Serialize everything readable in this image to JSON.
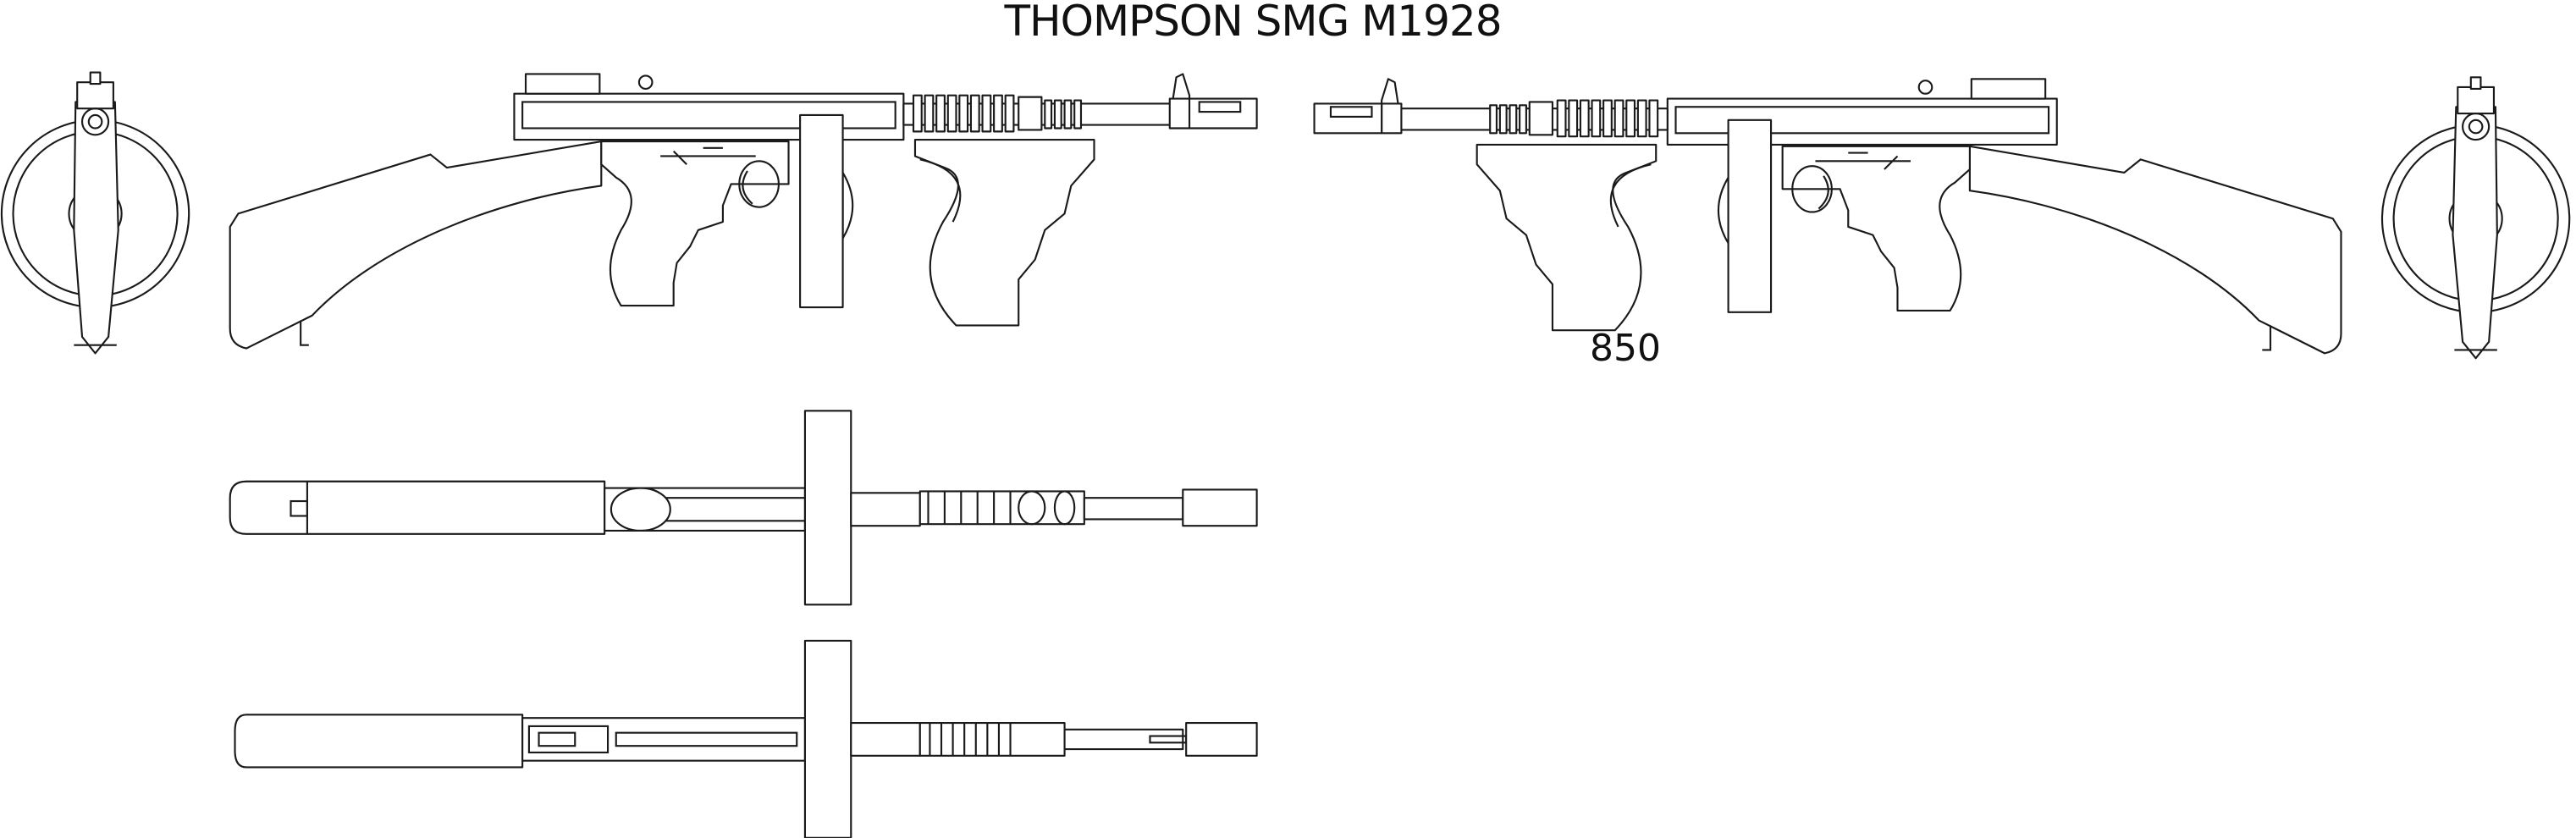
{
  "title": "THOMPSON SMG M1928",
  "label_number": "850",
  "colors": {
    "line": "#1a1a1a",
    "background": "#ffffff"
  },
  "views": [
    "right-side",
    "left-side",
    "drum-end-front",
    "drum-end-rear",
    "top",
    "bottom"
  ]
}
